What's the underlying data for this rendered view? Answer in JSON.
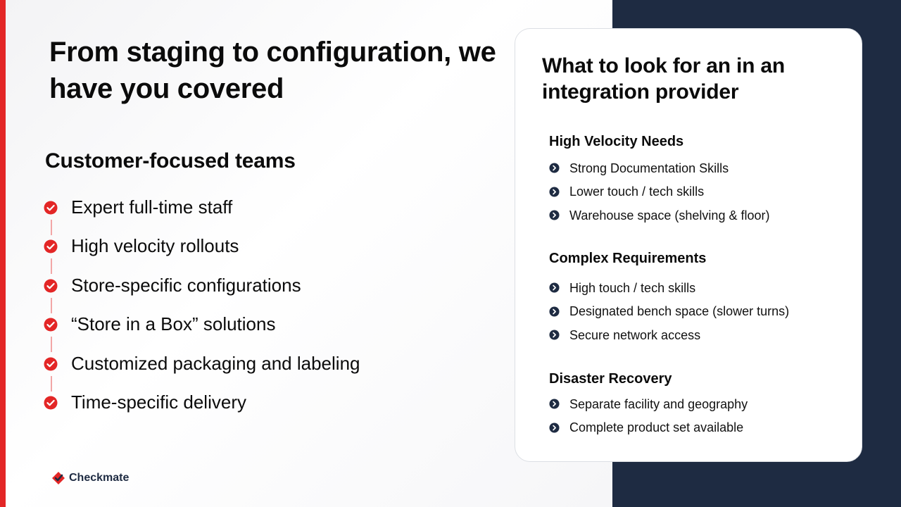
{
  "title": "From staging to configuration, we have you covered",
  "left": {
    "heading": "Customer-focused teams",
    "items": [
      "Expert full-time staff",
      "High velocity rollouts",
      "Store-specific configurations",
      "“Store in a Box” solutions",
      "Customized packaging and labeling",
      "Time-specific delivery"
    ]
  },
  "card": {
    "title": "What to look for an in an integration provider",
    "groups": [
      {
        "heading": "High Velocity Needs",
        "items": [
          "Strong Documentation Skills",
          "Lower touch / tech skills",
          "Warehouse space (shelving & floor)"
        ]
      },
      {
        "heading": "Complex Requirements",
        "items": [
          "High touch / tech skills",
          "Designated bench space (slower turns)",
          "Secure network access"
        ]
      },
      {
        "heading": "Disaster Recovery",
        "items": [
          "Separate facility and geography",
          "Complete product set available"
        ]
      }
    ]
  },
  "logo": {
    "text": "Checkmate"
  },
  "colors": {
    "accent": "#e32626",
    "navy": "#1e2b42",
    "connector": "#f2a6a6"
  },
  "icons": {
    "check": "check-circle-icon",
    "bullet": "chevron-circle-icon",
    "logo": "checkmate-logo-icon"
  }
}
